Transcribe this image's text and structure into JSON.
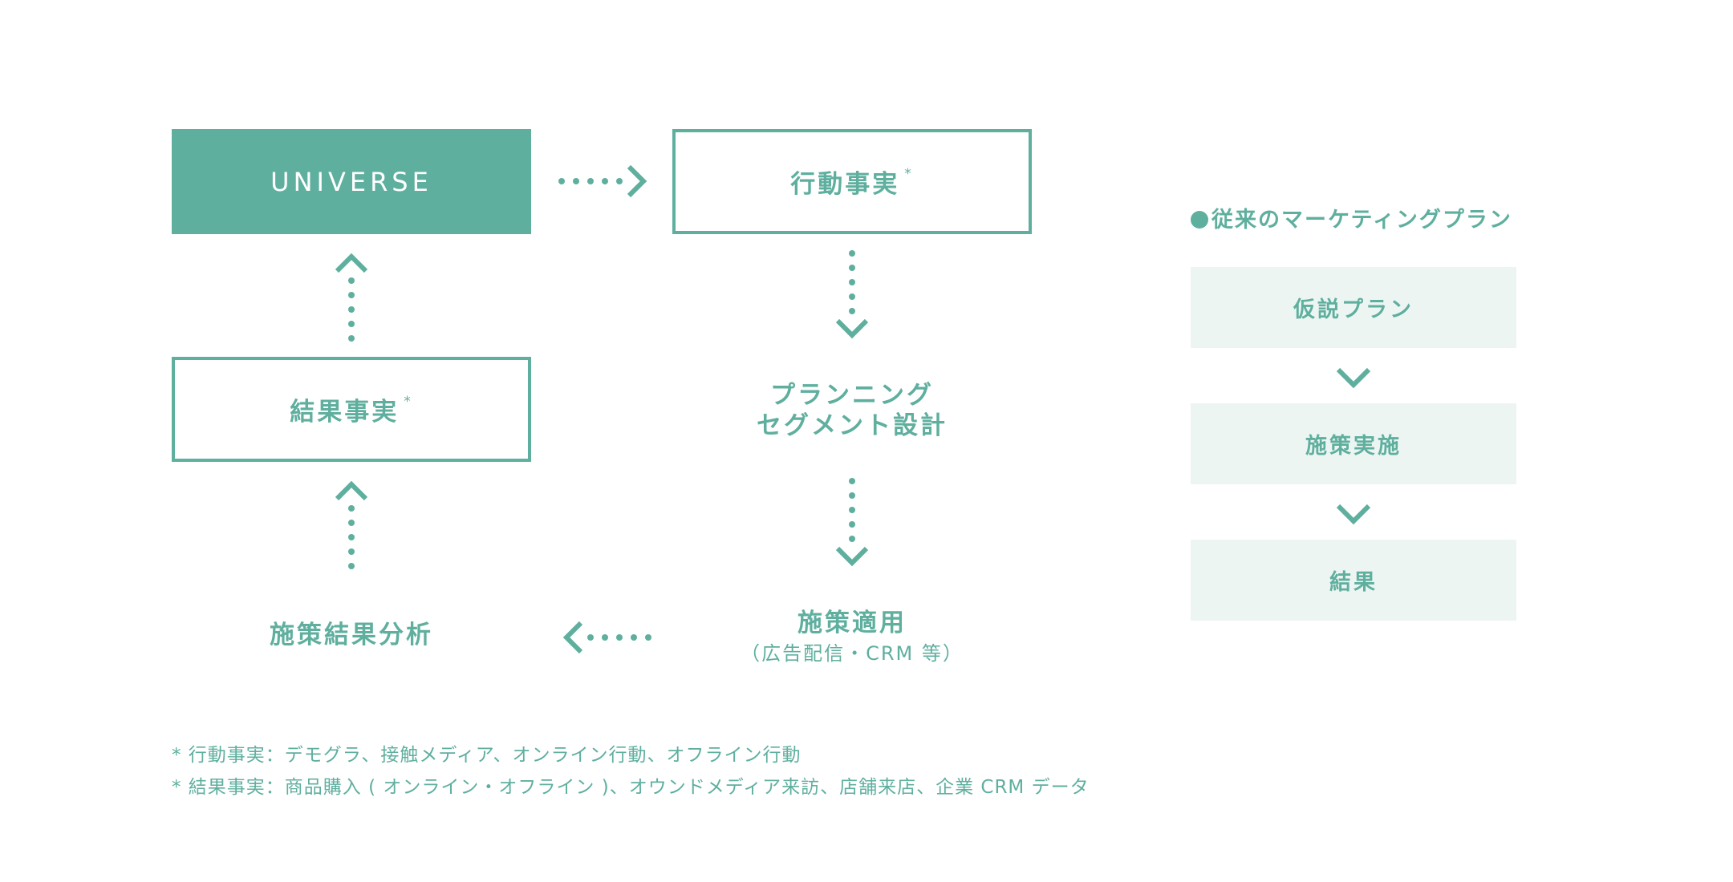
{
  "flow": {
    "universe": "UNIVERSE",
    "behavior_fact": "行動事実",
    "result_fact": "結果事実",
    "asterisk": "*",
    "planning_line1": "プランニング",
    "planning_line2": "セグメント設計",
    "measure_apply": "施策適用",
    "measure_apply_sub": "（広告配信・CRM 等）",
    "result_analysis": "施策結果分析"
  },
  "legacy": {
    "title": "従来のマーケティングプラン",
    "steps": [
      "仮説プラン",
      "施策実施",
      "結果"
    ]
  },
  "footnotes": [
    "* 行動事実：デモグラ、接触メディア、オンライン行動、オフライン行動",
    "* 結果事実：商品購入 ( オンライン・オフライン )、オウンドメディア来訪、店舗来店、企業 CRM データ"
  ],
  "colors": {
    "accent": "#5faf9f",
    "soft_bg": "#edf5f2"
  }
}
